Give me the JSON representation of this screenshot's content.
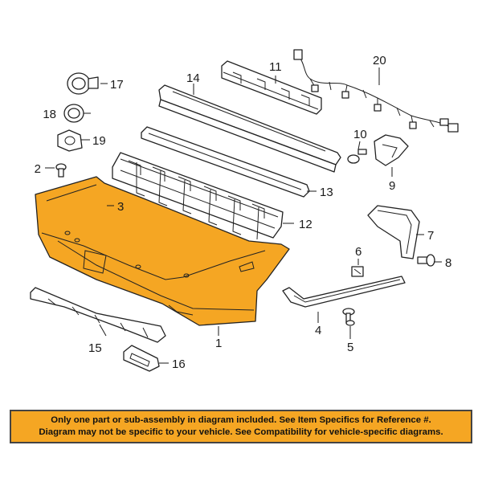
{
  "diagram": {
    "highlight_color": "#f5a623",
    "callouts": [
      {
        "id": "c1",
        "number": "1",
        "part": "bumper-cover"
      },
      {
        "id": "c2",
        "number": "2",
        "part": "bolt"
      },
      {
        "id": "c3",
        "number": "3",
        "part": "screw"
      },
      {
        "id": "c4",
        "number": "4",
        "part": "trim-strip"
      },
      {
        "id": "c5",
        "number": "5",
        "part": "screw"
      },
      {
        "id": "c6",
        "number": "6",
        "part": "clip"
      },
      {
        "id": "c7",
        "number": "7",
        "part": "side-bracket"
      },
      {
        "id": "c8",
        "number": "8",
        "part": "bolt"
      },
      {
        "id": "c9",
        "number": "9",
        "part": "sensor-bracket"
      },
      {
        "id": "c10",
        "number": "10",
        "part": "push-pin"
      },
      {
        "id": "c11",
        "number": "11",
        "part": "reinforcement-bracket"
      },
      {
        "id": "c12",
        "number": "12",
        "part": "absorber"
      },
      {
        "id": "c13",
        "number": "13",
        "part": "absorber-bar"
      },
      {
        "id": "c14",
        "number": "14",
        "part": "impact-bar"
      },
      {
        "id": "c15",
        "number": "15",
        "part": "valance"
      },
      {
        "id": "c16",
        "number": "16",
        "part": "exhaust-tip-bezel"
      },
      {
        "id": "c17",
        "number": "17",
        "part": "park-sensor"
      },
      {
        "id": "c18",
        "number": "18",
        "part": "sensor-ring"
      },
      {
        "id": "c19",
        "number": "19",
        "part": "sensor-retainer"
      },
      {
        "id": "c20",
        "number": "20",
        "part": "wiring-harness"
      }
    ]
  },
  "disclaimer": {
    "line1": "Only one part or sub-assembly in diagram included. See Item Specifics for Reference #.",
    "line2": "Diagram may not be specific to your vehicle. See Compatibility for vehicle-specific diagrams."
  }
}
